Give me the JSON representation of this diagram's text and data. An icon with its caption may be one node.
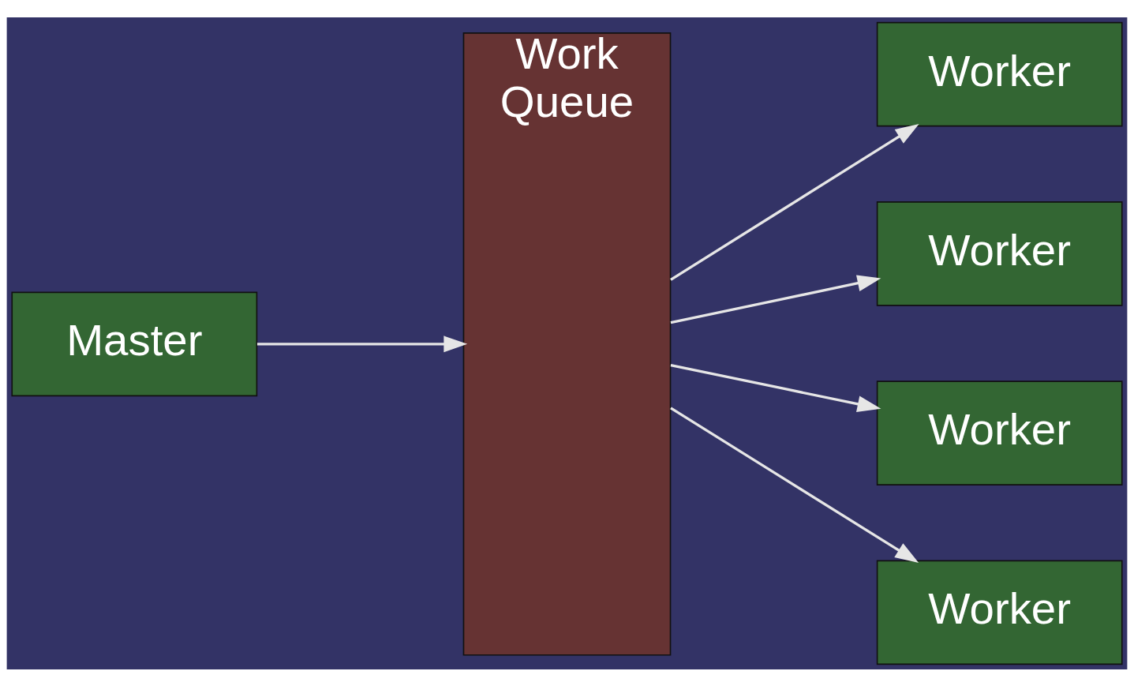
{
  "diagram": {
    "nodes": [
      {
        "text": [
          "Master"
        ]
      },
      {
        "text": [
          "Work Queue"
        ]
      },
      {
        "text": [
          "Worker"
        ]
      },
      {
        "text": [
          "Worker"
        ]
      },
      {
        "text": [
          "Worker"
        ]
      },
      {
        "text": [
          "Worker"
        ]
      }
    ],
    "edges": [
      {
        "from": 0,
        "to": 1,
        "arrow": "to"
      },
      {
        "from": 1,
        "to": 2,
        "arrow": "to"
      },
      {
        "from": 1,
        "to": 3,
        "arrow": "to"
      },
      {
        "from": 1,
        "to": 4,
        "arrow": "to"
      },
      {
        "from": 1,
        "to": 5,
        "arrow": "to"
      }
    ]
  }
}
